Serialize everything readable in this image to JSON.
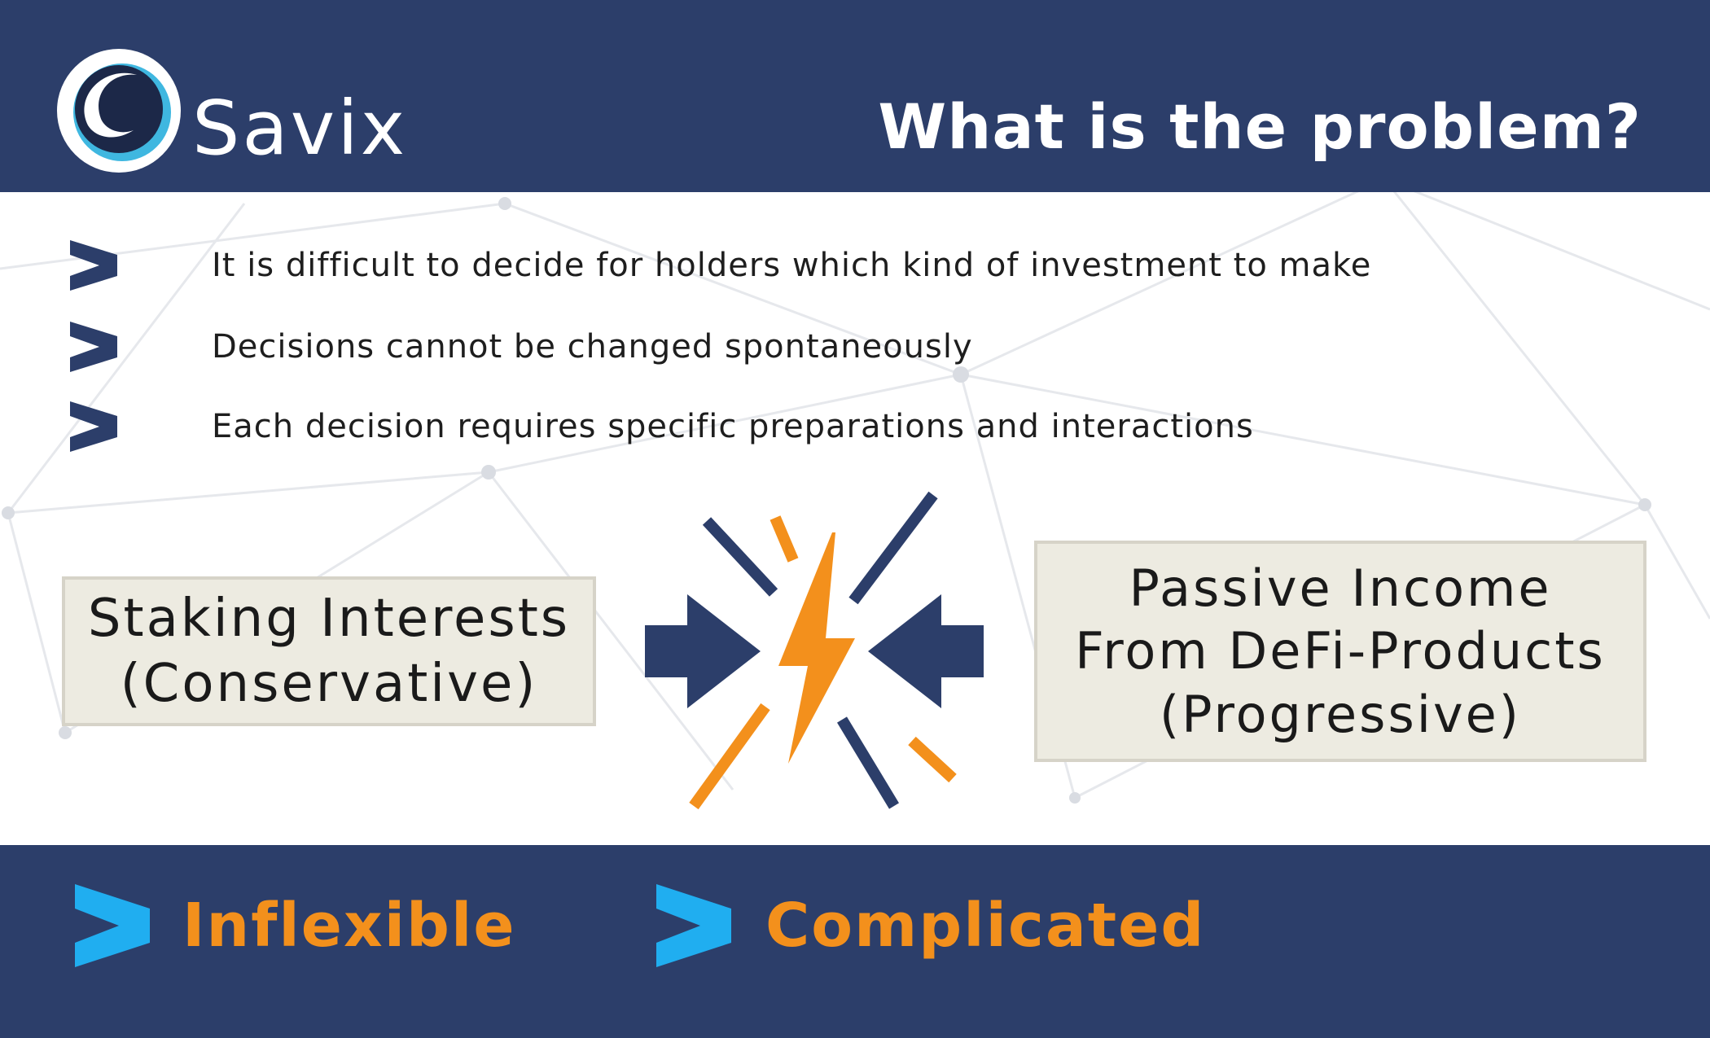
{
  "header": {
    "brand": "Savix",
    "title": "What is the problem?"
  },
  "bullets": [
    {
      "text": "It is difficult to decide for holders which kind of investment to make"
    },
    {
      "text": "Decisions  cannot be changed spontaneously"
    },
    {
      "text": "Each decision requires specific preparations and interactions"
    }
  ],
  "comparison": {
    "left": {
      "line1": "Staking Interests",
      "line2": "(Conservative)"
    },
    "right": {
      "line1": "Passive Income",
      "line2": "From DeFi-Products",
      "line3": "(Progressive)"
    },
    "icon": "clash-lightning-icon"
  },
  "footer": {
    "keywords": [
      {
        "text": "Inflexible"
      },
      {
        "text": "Complicated"
      }
    ]
  },
  "colors": {
    "navy": "#2c3e6a",
    "orange": "#f3901c",
    "cyan": "#20aef0",
    "box_fill": "#edebe1"
  }
}
